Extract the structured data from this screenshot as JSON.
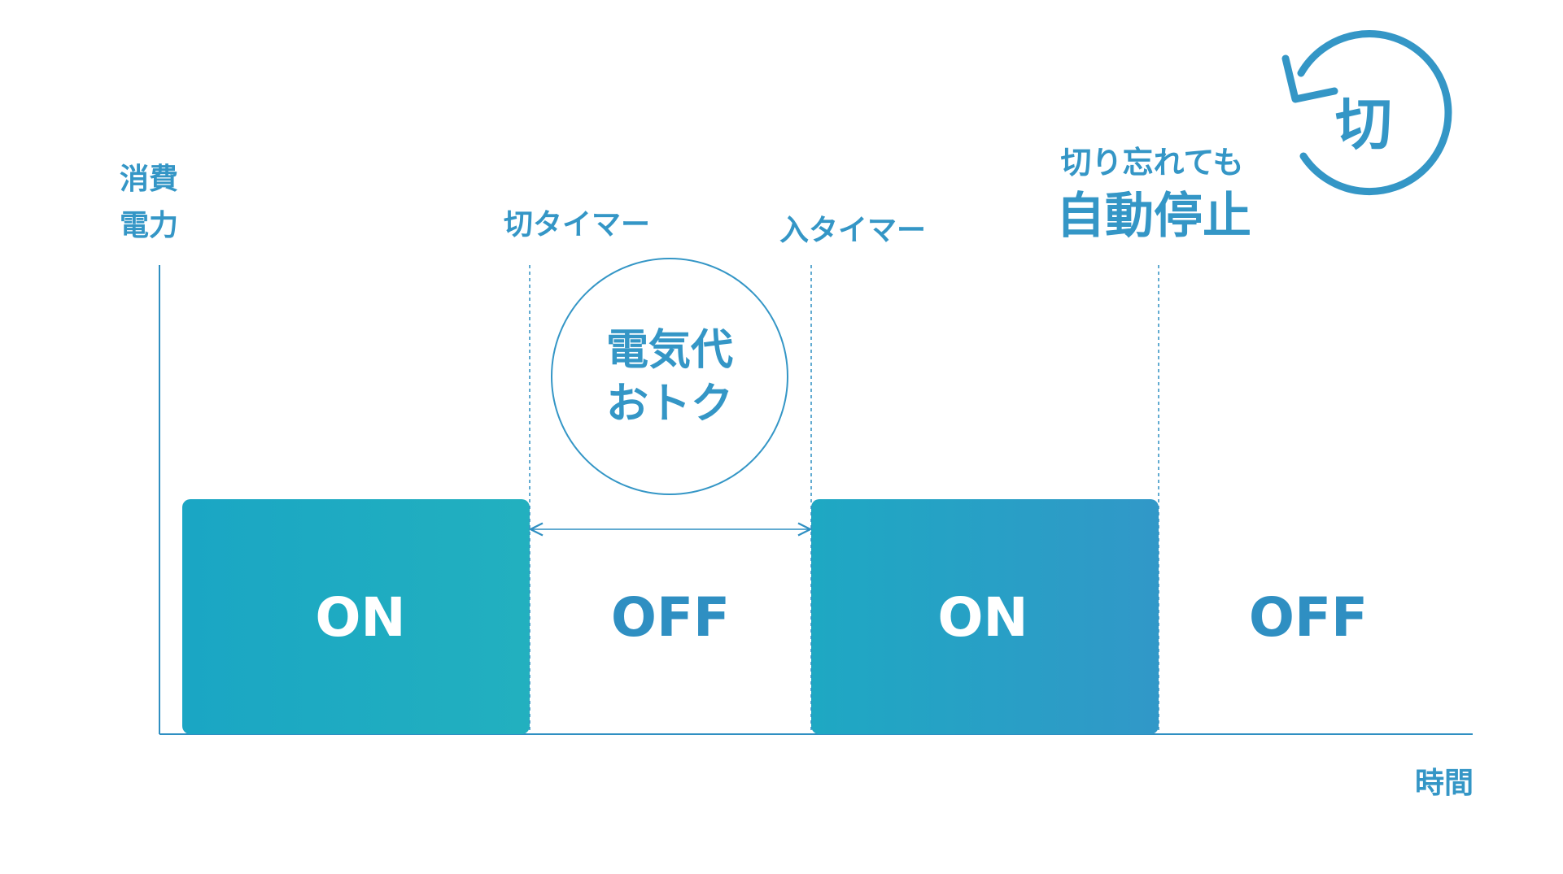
{
  "colors": {
    "accent": "#3496c6",
    "on_start": "#1aa6c4",
    "on_end_mid": "#22b0bf",
    "on_end_right": "#3198c8",
    "off_text": "#2f8fc2",
    "line": "#2f8fc2"
  },
  "axis": {
    "y_label_line1": "消費",
    "y_label_line2": "電力",
    "x_label": "時間"
  },
  "markers": {
    "off_timer": "切タイマー",
    "on_timer": "入タイマー",
    "auto_line1": "切り忘れても",
    "auto_line2": "自動停止"
  },
  "savings_bubble": {
    "line1": "電気代",
    "line2": "おトク"
  },
  "badge": {
    "icon": "rotate-left-icon",
    "text": "切"
  },
  "blocks": [
    {
      "state": "ON",
      "label": "ON"
    },
    {
      "state": "OFF",
      "label": "OFF"
    },
    {
      "state": "ON",
      "label": "ON"
    },
    {
      "state": "OFF",
      "label": "OFF"
    }
  ]
}
